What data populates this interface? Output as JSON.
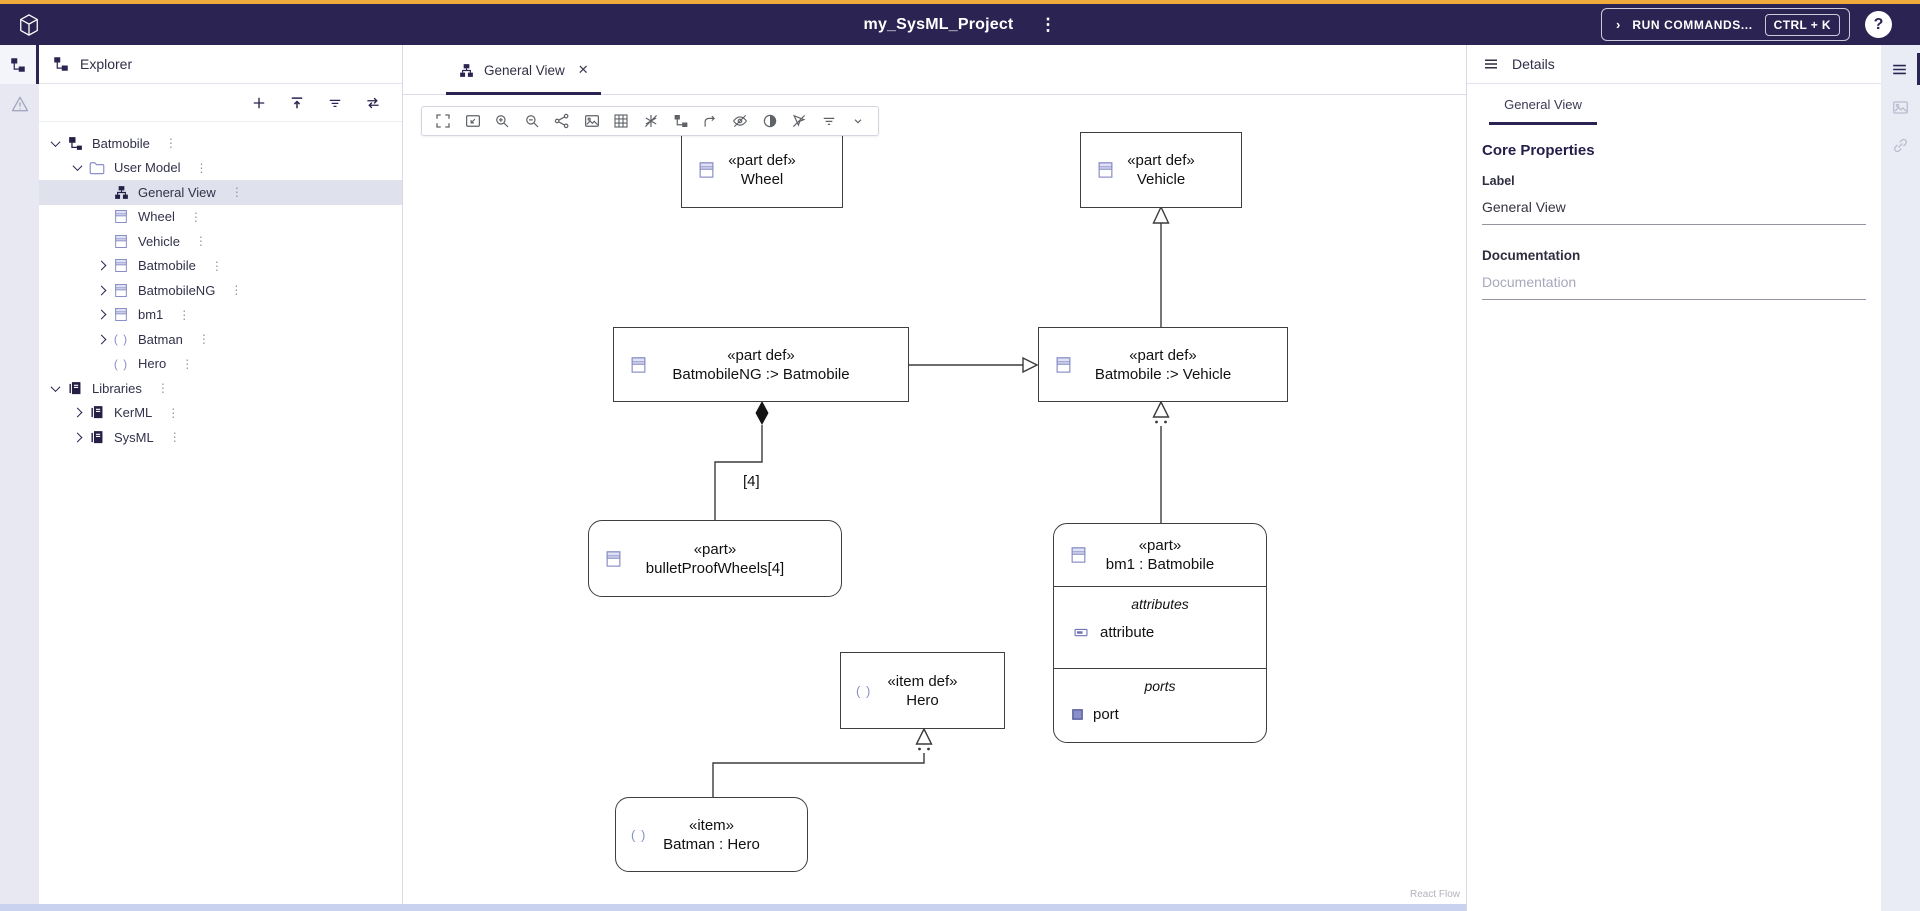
{
  "topbar": {
    "title": "my_SysML_Project",
    "run_commands_label": "RUN COMMANDS...",
    "shortcut_label": "CTRL + K",
    "help_label": "?"
  },
  "explorer": {
    "title": "Explorer",
    "tree": [
      {
        "label": "Batmobile"
      },
      {
        "label": "User Model"
      },
      {
        "label": "General View"
      },
      {
        "label": "Wheel"
      },
      {
        "label": "Vehicle"
      },
      {
        "label": "Batmobile"
      },
      {
        "label": "BatmobileNG"
      },
      {
        "label": "bm1"
      },
      {
        "label": "Batman"
      },
      {
        "label": "Hero"
      },
      {
        "label": "Libraries"
      },
      {
        "label": "KerML"
      },
      {
        "label": "SysML"
      }
    ]
  },
  "tabbar": {
    "active_tab": "General View"
  },
  "diagram": {
    "nodes": {
      "wheel": {
        "stereotype": "«part def»",
        "name": "Wheel"
      },
      "vehicle": {
        "stereotype": "«part def»",
        "name": "Vehicle"
      },
      "batmobileng": {
        "stereotype": "«part def»",
        "name": "BatmobileNG :> Batmobile"
      },
      "batmobile": {
        "stereotype": "«part def»",
        "name": "Batmobile :> Vehicle"
      },
      "bulletproofwheels": {
        "stereotype": "«part»",
        "name": "bulletProofWheels[4]"
      },
      "bm1": {
        "stereotype": "«part»",
        "name": "bm1 : Batmobile",
        "attributes_label": "attributes",
        "attribute_name": "attribute",
        "ports_label": "ports",
        "port_name": "port"
      },
      "hero": {
        "stereotype": "«item def»",
        "name": "Hero"
      },
      "batman": {
        "stereotype": "«item»",
        "name": "Batman : Hero"
      }
    },
    "edge_labels": {
      "multiplicity": "[4]"
    },
    "attribution": "React Flow"
  },
  "details": {
    "title": "Details",
    "tab": "General View",
    "core_properties_heading": "Core Properties",
    "label_field_label": "Label",
    "label_field_value": "General View",
    "documentation_heading": "Documentation",
    "documentation_placeholder": "Documentation"
  },
  "colors": {
    "topbar_bg": "#2b2452",
    "accent_orange": "#f0a93c",
    "selection_bg": "#dfe1ec",
    "node_border": "#3f3f3f",
    "icon_purple": "#8a8fc7"
  }
}
